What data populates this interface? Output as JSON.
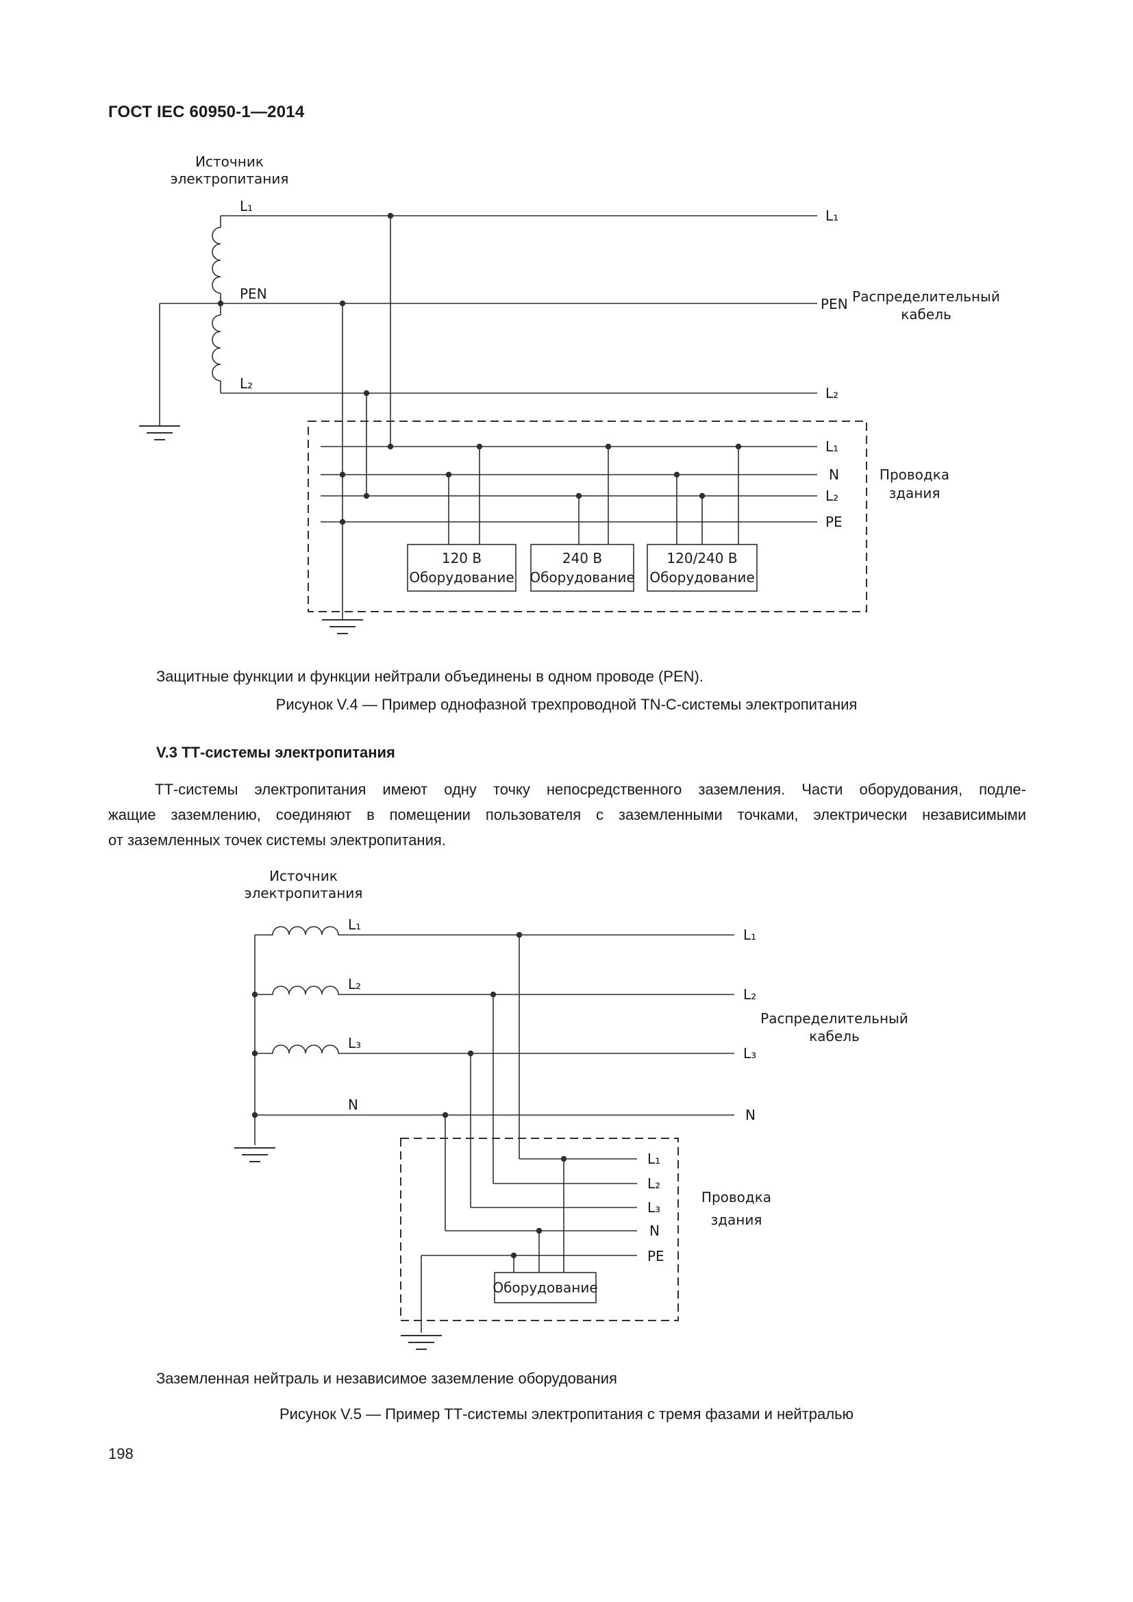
{
  "page": {
    "header": "ГОСТ IEC 60950-1—2014",
    "page_number": "198"
  },
  "fig1": {
    "source_line1": "Источник",
    "source_line2": "электропитания",
    "l1_left": "L₁",
    "pen_left": "PEN",
    "l2_left": "L₂",
    "l1_right": "L₁",
    "pen_right": "PEN",
    "l2_right": "L₂",
    "cable_line1": "Распределительный",
    "cable_line2": "кабель",
    "bus_l1": "L₁",
    "bus_n": "N",
    "bus_l2": "L₂",
    "bus_pe": "PE",
    "wiring_line1": "Проводка",
    "wiring_line2": "здания",
    "eq1_line1": "120 В",
    "eq1_line2": "Оборудование",
    "eq2_line1": "240 В",
    "eq2_line2": "Оборудование",
    "eq3_line1": "120/240 В",
    "eq3_line2": "Оборудование",
    "note": "Защитные функции и функции нейтрали объединены в одном проводе (PEN).",
    "caption": "Рисунок V.4 — Пример однофазной трехпроводной TN-C-системы электропитания"
  },
  "section": {
    "heading": "V.3 ТТ-системы электропитания",
    "line1": "ТТ-системы электропитания имеют одну точку непосредственного заземления. Части оборудования, подле-",
    "line2": "жащие заземлению, соединяют в помещении пользователя с заземленными точками, электрически независимыми",
    "line3": "от заземленных точек системы электропитания."
  },
  "fig2": {
    "source_line1": "Источник",
    "source_line2": "электропитания",
    "l1_mid": "L₁",
    "l2_mid": "L₂",
    "l3_mid": "L₃",
    "n_mid": "N",
    "l1_right": "L₁",
    "l2_right": "L₂",
    "l3_right": "L₃",
    "n_right": "N",
    "cable_line1": "Распределительный",
    "cable_line2": "кабель",
    "bus_l1": "L₁",
    "bus_l2": "L₂",
    "bus_l3": "L₃",
    "bus_n": "N",
    "bus_pe": "PE",
    "wiring_line1": "Проводка",
    "wiring_line2": "здания",
    "eq_label": "Оборудование",
    "note": "Заземленная нейтраль и независимое заземление оборудования",
    "caption": "Рисунок V.5 — Пример ТТ-системы электропитания с тремя фазами и нейтралью"
  }
}
